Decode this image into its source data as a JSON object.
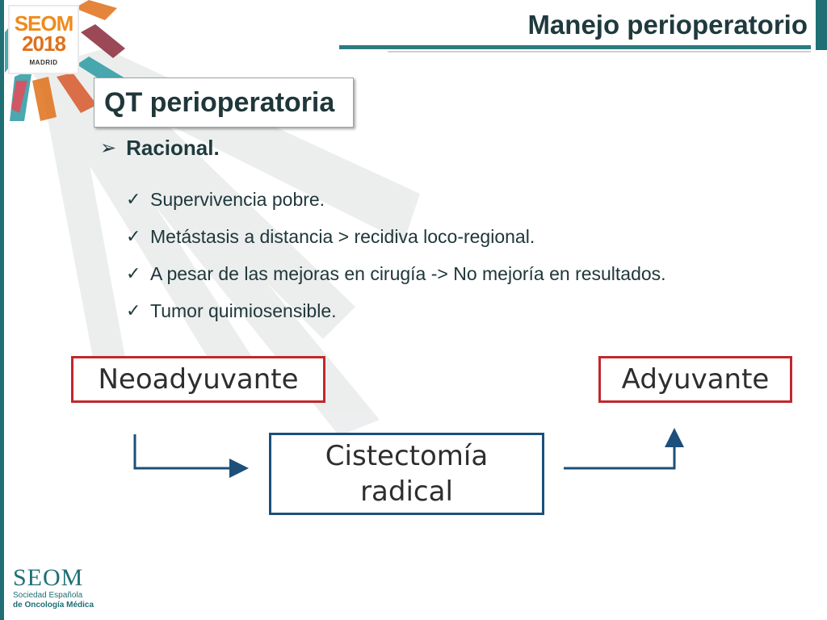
{
  "header": {
    "title": "Manejo perioperatorio"
  },
  "brand": {
    "seom": "SEOM",
    "year": "2018",
    "city": "MADRID"
  },
  "section": {
    "title": "QT perioperatoria"
  },
  "racional": {
    "bullet_icon": "arrow-bullet-icon",
    "label": "Racional."
  },
  "checklist": [
    "Supervivencia pobre.",
    "Metástasis a distancia > recidiva loco-regional.",
    "A pesar de las mejoras en cirugía -> No mejoría en resultados.",
    "Tumor quimiosensible."
  ],
  "flow": {
    "neoadyuvante": "Neoadyuvante",
    "adyuvante": "Adyuvante",
    "cistectomia_line1": "Cistectomía",
    "cistectomia_line2": "radical"
  },
  "footer": {
    "seom": "SEOM",
    "line1": "Sociedad  Española",
    "line2": "de Oncología Médica"
  },
  "colors": {
    "accent_teal": "#1f6f75",
    "box_red": "#c0282d",
    "box_blue": "#1c4f7a",
    "brand_orange": "#f08a1c"
  }
}
